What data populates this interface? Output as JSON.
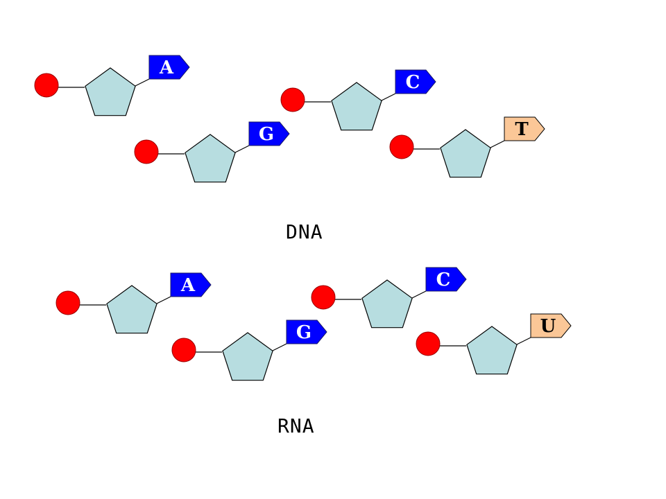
{
  "labels": {
    "dna": "DNA",
    "rna": "RNA"
  },
  "colors": {
    "phosphate": "#ff0000",
    "sugar": "#b7dde0",
    "purine_pyrimidine_blue": "#0000ff",
    "blue_text": "#ffffff",
    "thymine_uracil_peach": "#fbc797",
    "peach_text": "#000000"
  },
  "dna": {
    "nucleotides": [
      {
        "base": "A",
        "color": "blue"
      },
      {
        "base": "C",
        "color": "blue"
      },
      {
        "base": "G",
        "color": "blue"
      },
      {
        "base": "T",
        "color": "peach"
      }
    ]
  },
  "rna": {
    "nucleotides": [
      {
        "base": "A",
        "color": "blue"
      },
      {
        "base": "C",
        "color": "blue"
      },
      {
        "base": "G",
        "color": "blue"
      },
      {
        "base": "U",
        "color": "peach"
      }
    ]
  }
}
